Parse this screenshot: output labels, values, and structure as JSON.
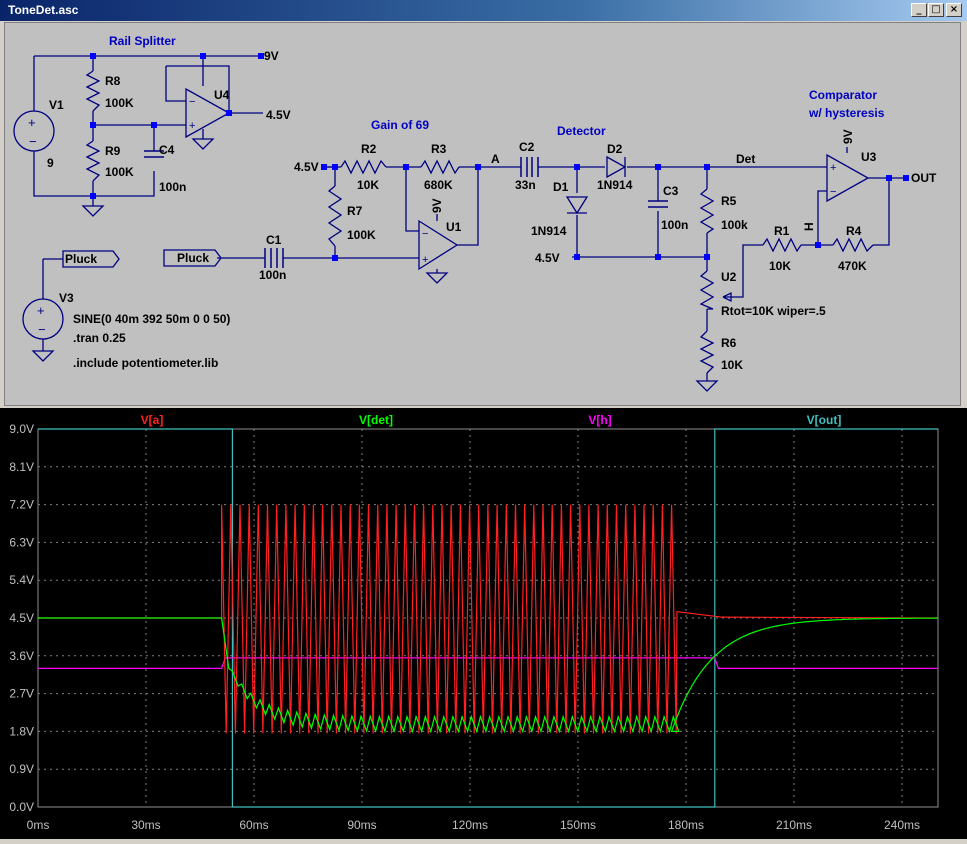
{
  "window": {
    "title": "ToneDet.asc"
  },
  "schematic": {
    "labels": {
      "rail_splitter": "Rail Splitter",
      "gain": "Gain of 69",
      "detector": "Detector",
      "comparator_1": "Comparator",
      "comparator_2": "w/ hysteresis"
    },
    "components": {
      "V1": "V1",
      "V1_val": "9",
      "R8": "R8",
      "R8_val": "100K",
      "R9": "R9",
      "R9_val": "100K",
      "C4": "C4",
      "C4_val": "100n",
      "U4": "U4",
      "R2": "R2",
      "R2_val": "10K",
      "R3": "R3",
      "R3_val": "680K",
      "R7": "R7",
      "R7_val": "100K",
      "C1": "C1",
      "C1_val": "100n",
      "U1": "U1",
      "C2": "C2",
      "C2_val": "33n",
      "D1": "D1",
      "D1_val": "1N914",
      "D2": "D2",
      "D2_val": "1N914",
      "C3": "C3",
      "C3_val": "100n",
      "R5": "R5",
      "R5_val": "100k",
      "R1": "R1",
      "R1_val": "10K",
      "R4": "R4",
      "R4_val": "470K",
      "U2": "U2",
      "U2_val": "Rtot=10K wiper=.5",
      "R6": "R6",
      "R6_val": "10K",
      "U3": "U3",
      "V3": "V3",
      "V3_val": "SINE(0 40m 392 50m 0 0 50)"
    },
    "nets": {
      "v9": "9V",
      "v45": "4.5V",
      "a": "A",
      "det": "Det",
      "h": "H",
      "out": "OUT",
      "pluck": "Pluck"
    },
    "directives": {
      "tran": ".tran 0.25",
      "include": ".include potentiometer.lib"
    }
  },
  "waveform": {
    "traces": [
      {
        "label": "V[a]",
        "color": "#ff2020"
      },
      {
        "label": "V[det]",
        "color": "#00ff00"
      },
      {
        "label": "V[h]",
        "color": "#ff00ff"
      },
      {
        "label": "V[out]",
        "color": "#40c0c0"
      }
    ],
    "y_ticks": [
      "9.0V",
      "8.1V",
      "7.2V",
      "6.3V",
      "5.4V",
      "4.5V",
      "3.6V",
      "2.7V",
      "1.8V",
      "0.9V",
      "0.0V"
    ],
    "x_ticks": [
      "0ms",
      "30ms",
      "60ms",
      "90ms",
      "120ms",
      "150ms",
      "180ms",
      "210ms",
      "240ms"
    ],
    "chart_data": {
      "type": "line",
      "xlim_ms": [
        0,
        250
      ],
      "ylim_v": [
        0,
        9
      ],
      "grid": true,
      "series": [
        {
          "name": "V[a]",
          "description_points": [
            [
              0,
              4.5
            ],
            [
              51,
              4.5
            ],
            [
              51,
              7.2
            ],
            [
              52,
              1.7
            ],
            [
              177,
              7.2
            ],
            [
              177,
              1.8
            ],
            [
              178,
              4.6
            ],
            [
              190,
              4.5
            ],
            [
              250,
              4.5
            ]
          ]
        },
        {
          "name": "V[det]",
          "description_points": [
            [
              0,
              4.5
            ],
            [
              51,
              4.5
            ],
            [
              53,
              3.4
            ],
            [
              60,
              2.1
            ],
            [
              80,
              1.8
            ],
            [
              176,
              1.8
            ],
            [
              185,
              3.6
            ],
            [
              200,
              4.2
            ],
            [
              250,
              4.5
            ]
          ]
        },
        {
          "name": "V[h]",
          "description_points": [
            [
              0,
              3.3
            ],
            [
              51,
              3.3
            ],
            [
              52,
              3.55
            ],
            [
              188,
              3.55
            ],
            [
              189,
              3.3
            ],
            [
              250,
              3.3
            ]
          ]
        },
        {
          "name": "V[out]",
          "description_points": [
            [
              0,
              9
            ],
            [
              54,
              9
            ],
            [
              54,
              0
            ],
            [
              188,
              0
            ],
            [
              188,
              9
            ],
            [
              250,
              9
            ]
          ]
        }
      ]
    }
  }
}
